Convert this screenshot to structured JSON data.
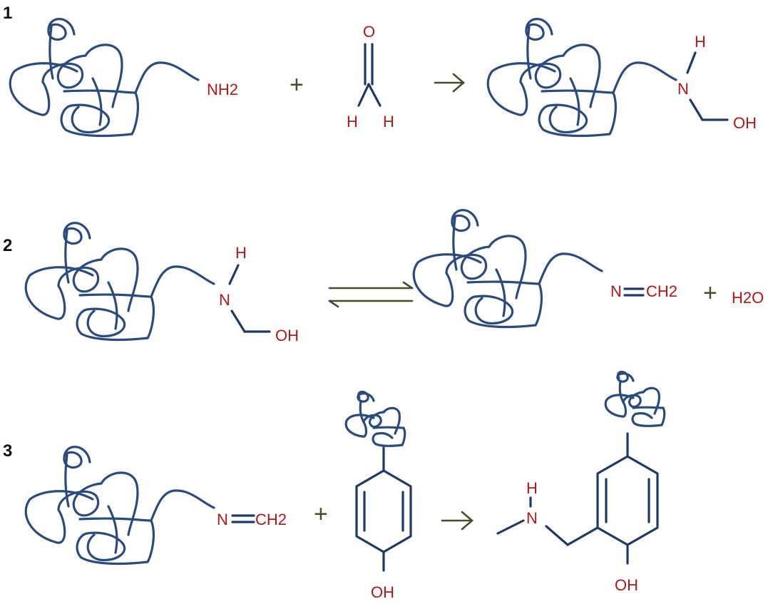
{
  "steps": [
    {
      "number": "1",
      "reactant_label": "NH2",
      "aldehyde": {
        "o": "O",
        "h_left": "H",
        "h_right": "H"
      },
      "plus": "+",
      "product": {
        "h": "H",
        "n": "N",
        "oh": "OH"
      }
    },
    {
      "number": "2",
      "reactant": {
        "h": "H",
        "n": "N",
        "oh": "OH"
      },
      "product": {
        "n": "N",
        "ch2": "CH2"
      },
      "plus": "+",
      "byproduct": "H2O"
    },
    {
      "number": "3",
      "reactant": {
        "n": "N",
        "ch2": "CH2"
      },
      "plus": "+",
      "phenol_oh": "OH",
      "product": {
        "h": "H",
        "n": "N",
        "oh": "OH"
      }
    }
  ],
  "colors": {
    "protein": "#2b4a7e",
    "atom_label": "#b01818",
    "operator": "#4b4a2a"
  }
}
